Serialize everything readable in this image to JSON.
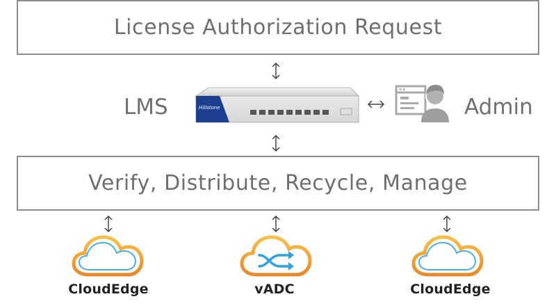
{
  "top_box": {
    "label": "License Authorization Request"
  },
  "lms": {
    "label": "LMS",
    "device_brand": "Hillstone"
  },
  "admin": {
    "label": "Admin"
  },
  "mid_box": {
    "label": "Verify, Distribute, Recycle, Manage"
  },
  "bottom": {
    "items": [
      {
        "label": "CloudEdge",
        "icon": "cloud-icon"
      },
      {
        "label": "vADC",
        "icon": "cloud-shuffle-icon"
      },
      {
        "label": "CloudEdge",
        "icon": "cloud-icon"
      }
    ]
  },
  "colors": {
    "cloud_gradient_top": "#f6c14a",
    "cloud_gradient_bottom": "#e8892b",
    "cloud_inner": "#48aee6",
    "shuffle": "#2ea1e0",
    "device_blue": "#1c3f8f",
    "border": "#8c8c8c",
    "admin_gray": "#a9a9a9"
  }
}
